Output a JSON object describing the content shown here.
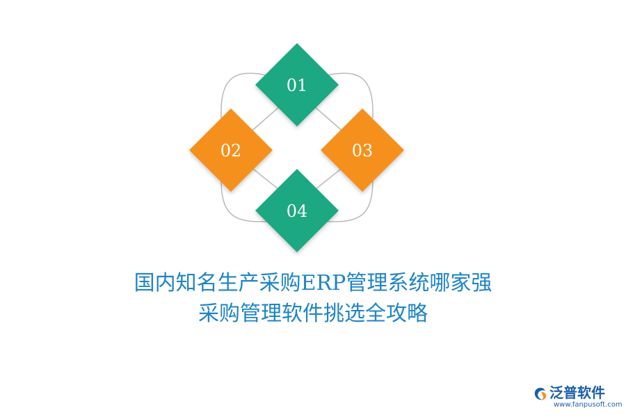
{
  "diagram": {
    "nodes": [
      {
        "label": "01",
        "color": "#1fa882"
      },
      {
        "label": "02",
        "color": "#f6901e"
      },
      {
        "label": "03",
        "color": "#f6901e"
      },
      {
        "label": "04",
        "color": "#1fa882"
      }
    ],
    "connector_color": "#b9b9b9"
  },
  "title": {
    "line1": "国内知名生产采购ERP管理系统哪家强",
    "line2": "采购管理软件挑选全攻略",
    "color": "#1f84c6"
  },
  "logo": {
    "name": "泛普软件",
    "url": "www.fanpusoft.com",
    "color": "#1b5fa8",
    "accent_color": "#f6901e"
  }
}
